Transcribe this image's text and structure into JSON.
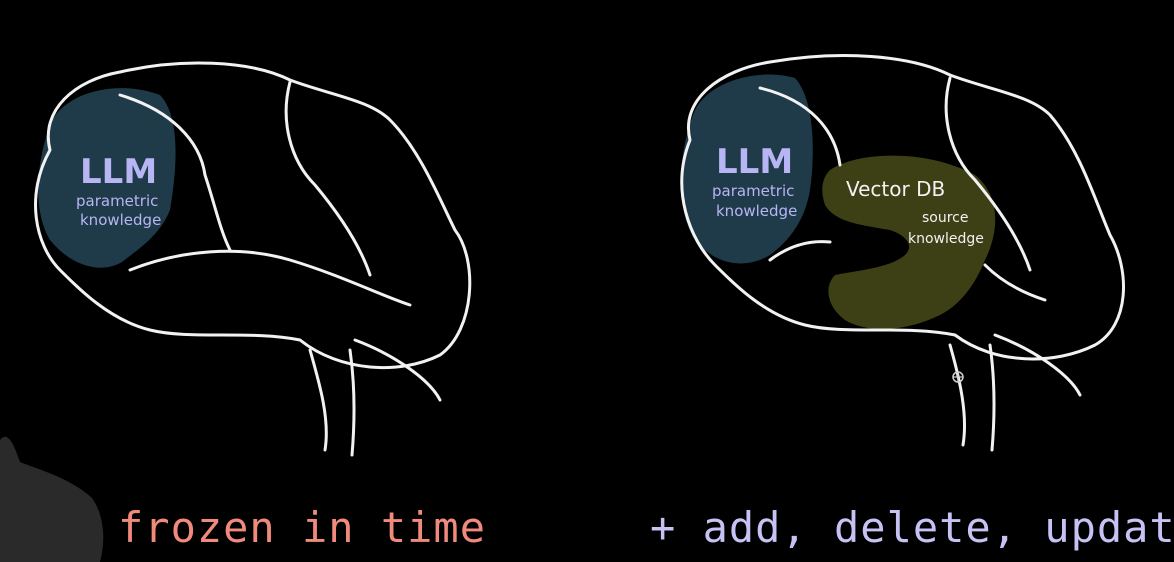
{
  "colors": {
    "background": "#000000",
    "outline": "#f2f2f2",
    "llm_region": "#1f3a48",
    "vector_region": "#3d3f15",
    "llm_text": "#b8b5f5",
    "vector_title_text": "#f2f2f2",
    "vector_sub_text": "#f2f2f2",
    "caption_left": "#f08a7c",
    "caption_right": "#c6c2f4",
    "hand_shadow": "#2a2a2a"
  },
  "left_brain": {
    "llm_title": "LLM",
    "llm_line1": "parametric",
    "llm_line2": "knowledge",
    "caption": "frozen in time"
  },
  "right_brain": {
    "llm_title": "LLM",
    "llm_line1": "parametric",
    "llm_line2": "knowledge",
    "vector_title": "Vector DB",
    "vector_line1": "source",
    "vector_line2": "knowledge",
    "caption": "+ add, delete, update"
  }
}
